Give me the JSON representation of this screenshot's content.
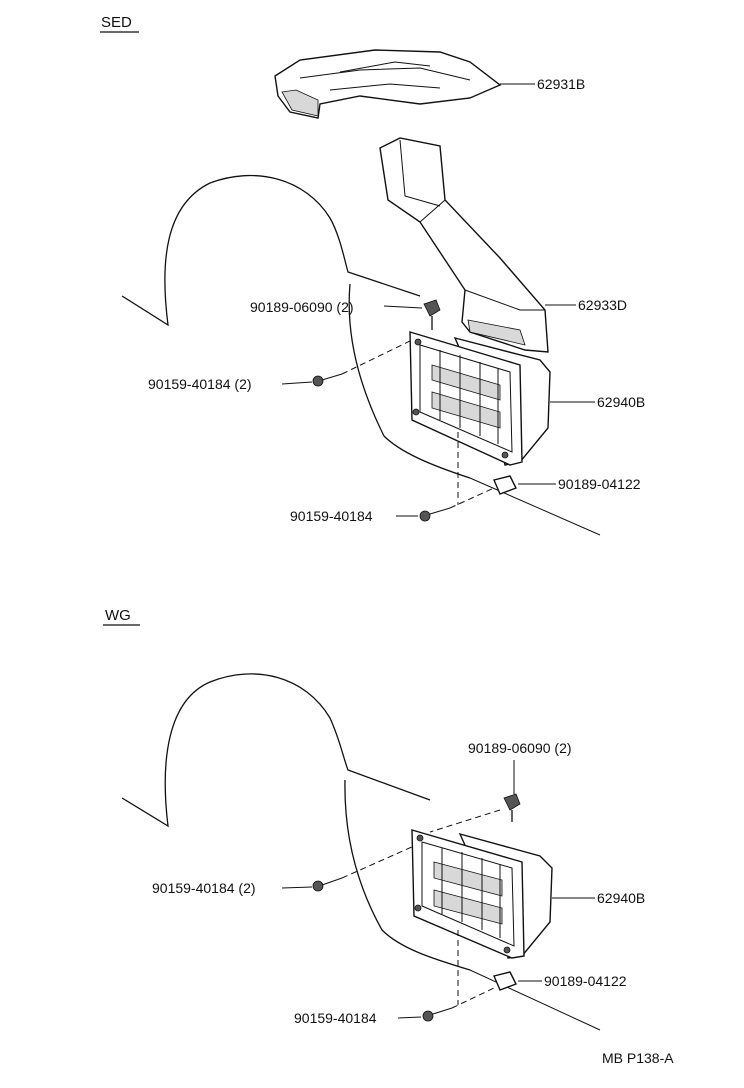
{
  "sections": {
    "sed": {
      "title": "SED",
      "labels": {
        "duct_upper": "62931B",
        "duct_lower": "62933D",
        "vent": "62940B",
        "clip_screw": "90189-06090 (2)",
        "side_screw": "90159-40184 (2)",
        "clip": "90189-04122",
        "bottom_screw": "90159-40184"
      }
    },
    "wg": {
      "title": "WG",
      "labels": {
        "clip_screw": "90189-06090 (2)",
        "side_screw": "90159-40184 (2)",
        "vent": "62940B",
        "clip": "90189-04122",
        "bottom_screw": "90159-40184"
      }
    }
  },
  "figure_code": "MB P138-A"
}
